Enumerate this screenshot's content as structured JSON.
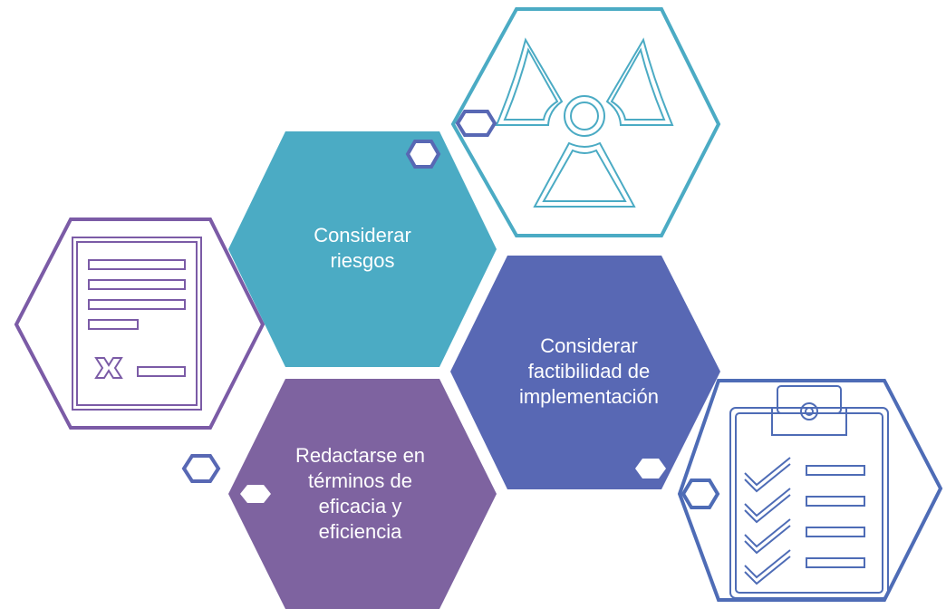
{
  "hexagons": [
    {
      "id": "riesgos",
      "text": "Considerar\nriesgos",
      "color": "#4BABC4"
    },
    {
      "id": "factibilidad",
      "text": "Considerar\nfactibilidad  de\nimplementación",
      "color": "#5868B4"
    },
    {
      "id": "redactarse",
      "text": "Redactarse en\ntérminos de\neficacia y\neficiencia",
      "color": "#7E63A0"
    }
  ],
  "icons": {
    "radiation": {
      "name": "radiation-icon",
      "color": "#4BABC4"
    },
    "document": {
      "name": "document-reject-icon",
      "color": "#7B5BA6"
    },
    "checklist": {
      "name": "clipboard-checklist-icon",
      "color": "#4E6CB6"
    }
  }
}
